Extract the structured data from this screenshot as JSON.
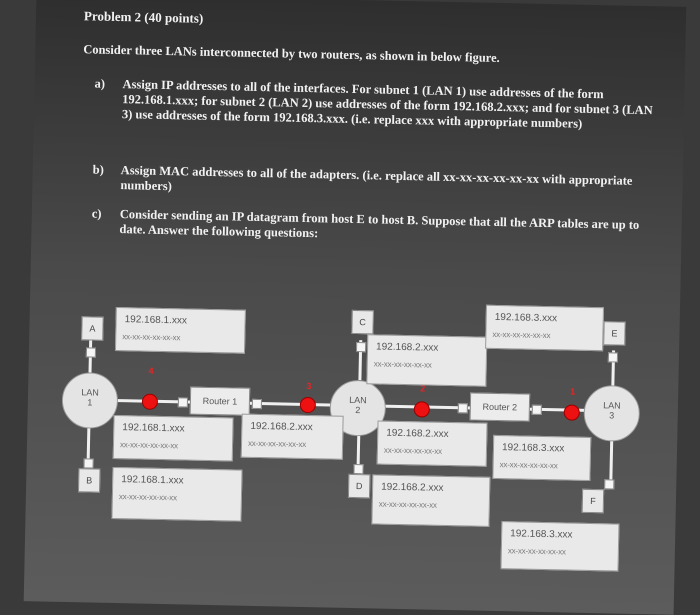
{
  "problem": {
    "title": "Problem 2 (40 points)",
    "intro": "Consider three LANs interconnected by two routers, as shown in below figure.",
    "items": [
      {
        "label": "a)",
        "text": "Assign IP addresses to all of the interfaces. For subnet 1 (LAN 1) use addresses of the form 192.168.1.xxx; for subnet 2 (LAN 2) use addresses of the form 192.168.2.xxx; and for subnet 3 (LAN 3) use addresses of the form 192.168.3.xxx. (i.e. replace xxx with appropriate numbers)"
      },
      {
        "label": "b)",
        "text": "Assign MAC addresses to all of the adapters. (i.e. replace all xx-xx-xx-xx-xx-xx with appropriate numbers)"
      },
      {
        "label": "c)",
        "text": "Consider sending an IP datagram from host E to host B. Suppose that all the ARP tables are up to date. Answer the following questions:"
      }
    ]
  },
  "diagram": {
    "hosts": {
      "a": "A",
      "b": "B",
      "c": "C",
      "d": "D",
      "e": "E",
      "f": "F"
    },
    "lans": {
      "lan1": {
        "line1": "LAN",
        "line2": "1"
      },
      "lan2": {
        "line1": "LAN",
        "line2": "2"
      },
      "lan3": {
        "line1": "LAN",
        "line2": "3"
      }
    },
    "routers": {
      "r1": "Router 1",
      "r2": "Router 2"
    },
    "interface_numbers": {
      "n1": "1",
      "n2": "2",
      "n3": "3",
      "n4": "4"
    },
    "mac_placeholder": "xx-xx-xx-xx-xx-xx",
    "address_boxes": {
      "a": "192.168.1.xxx",
      "lan1_r1": "192.168.1.xxx",
      "b": "192.168.1.xxx",
      "r1_lan2": "192.168.2.xxx",
      "c": "192.168.2.xxx",
      "lan2_r2": "192.168.2.xxx",
      "d": "192.168.2.xxx",
      "e": "192.168.3.xxx",
      "r2_lan3": "192.168.3.xxx",
      "f": "192.168.3.xxx"
    }
  }
}
